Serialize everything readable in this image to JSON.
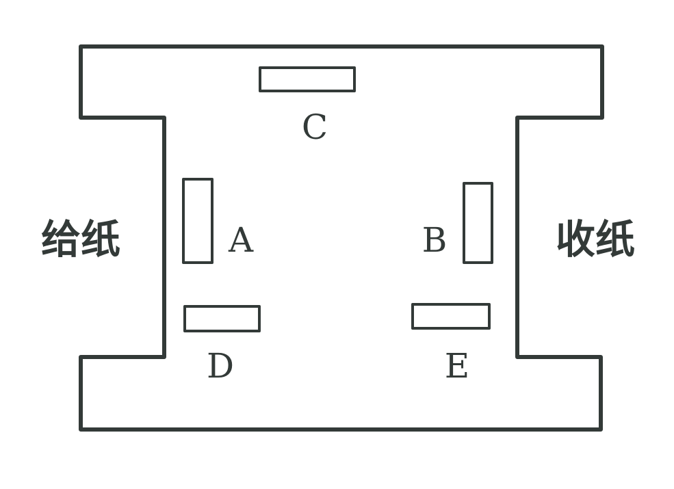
{
  "diagram": {
    "left_label": "给纸",
    "right_label": "收纸",
    "items": [
      {
        "id": "C",
        "label": "C",
        "orientation": "horizontal"
      },
      {
        "id": "A",
        "label": "A",
        "orientation": "vertical"
      },
      {
        "id": "B",
        "label": "B",
        "orientation": "vertical"
      },
      {
        "id": "D",
        "label": "D",
        "orientation": "horizontal"
      },
      {
        "id": "E",
        "label": "E",
        "orientation": "horizontal"
      }
    ]
  },
  "colors": {
    "stroke": "#333a38",
    "background": "#ffffff"
  }
}
